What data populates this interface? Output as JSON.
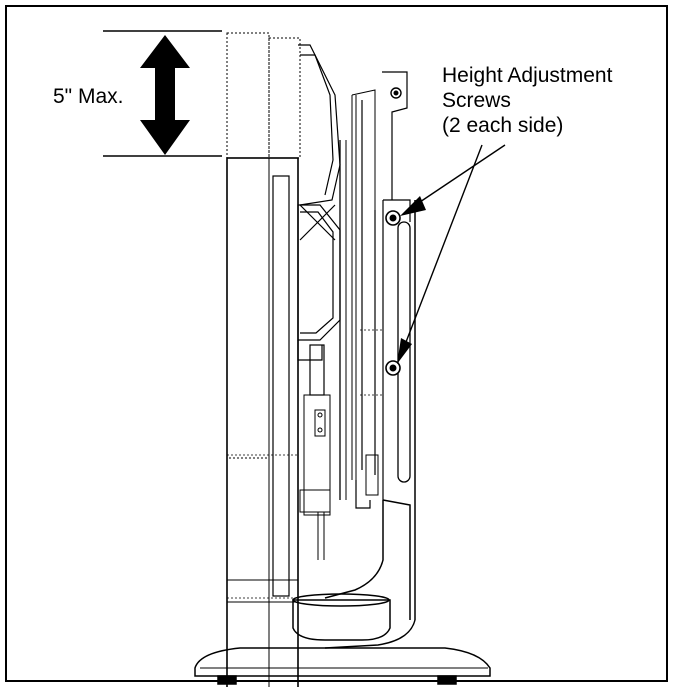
{
  "dimension": {
    "label": "5\" Max."
  },
  "callout": {
    "line1": "Height Adjustment",
    "line2": "Screws",
    "line3": "(2 each side)"
  },
  "parts": [
    "display-panel",
    "stand-bracket",
    "base"
  ],
  "colors": {
    "stroke": "#000000",
    "background": "#ffffff"
  }
}
